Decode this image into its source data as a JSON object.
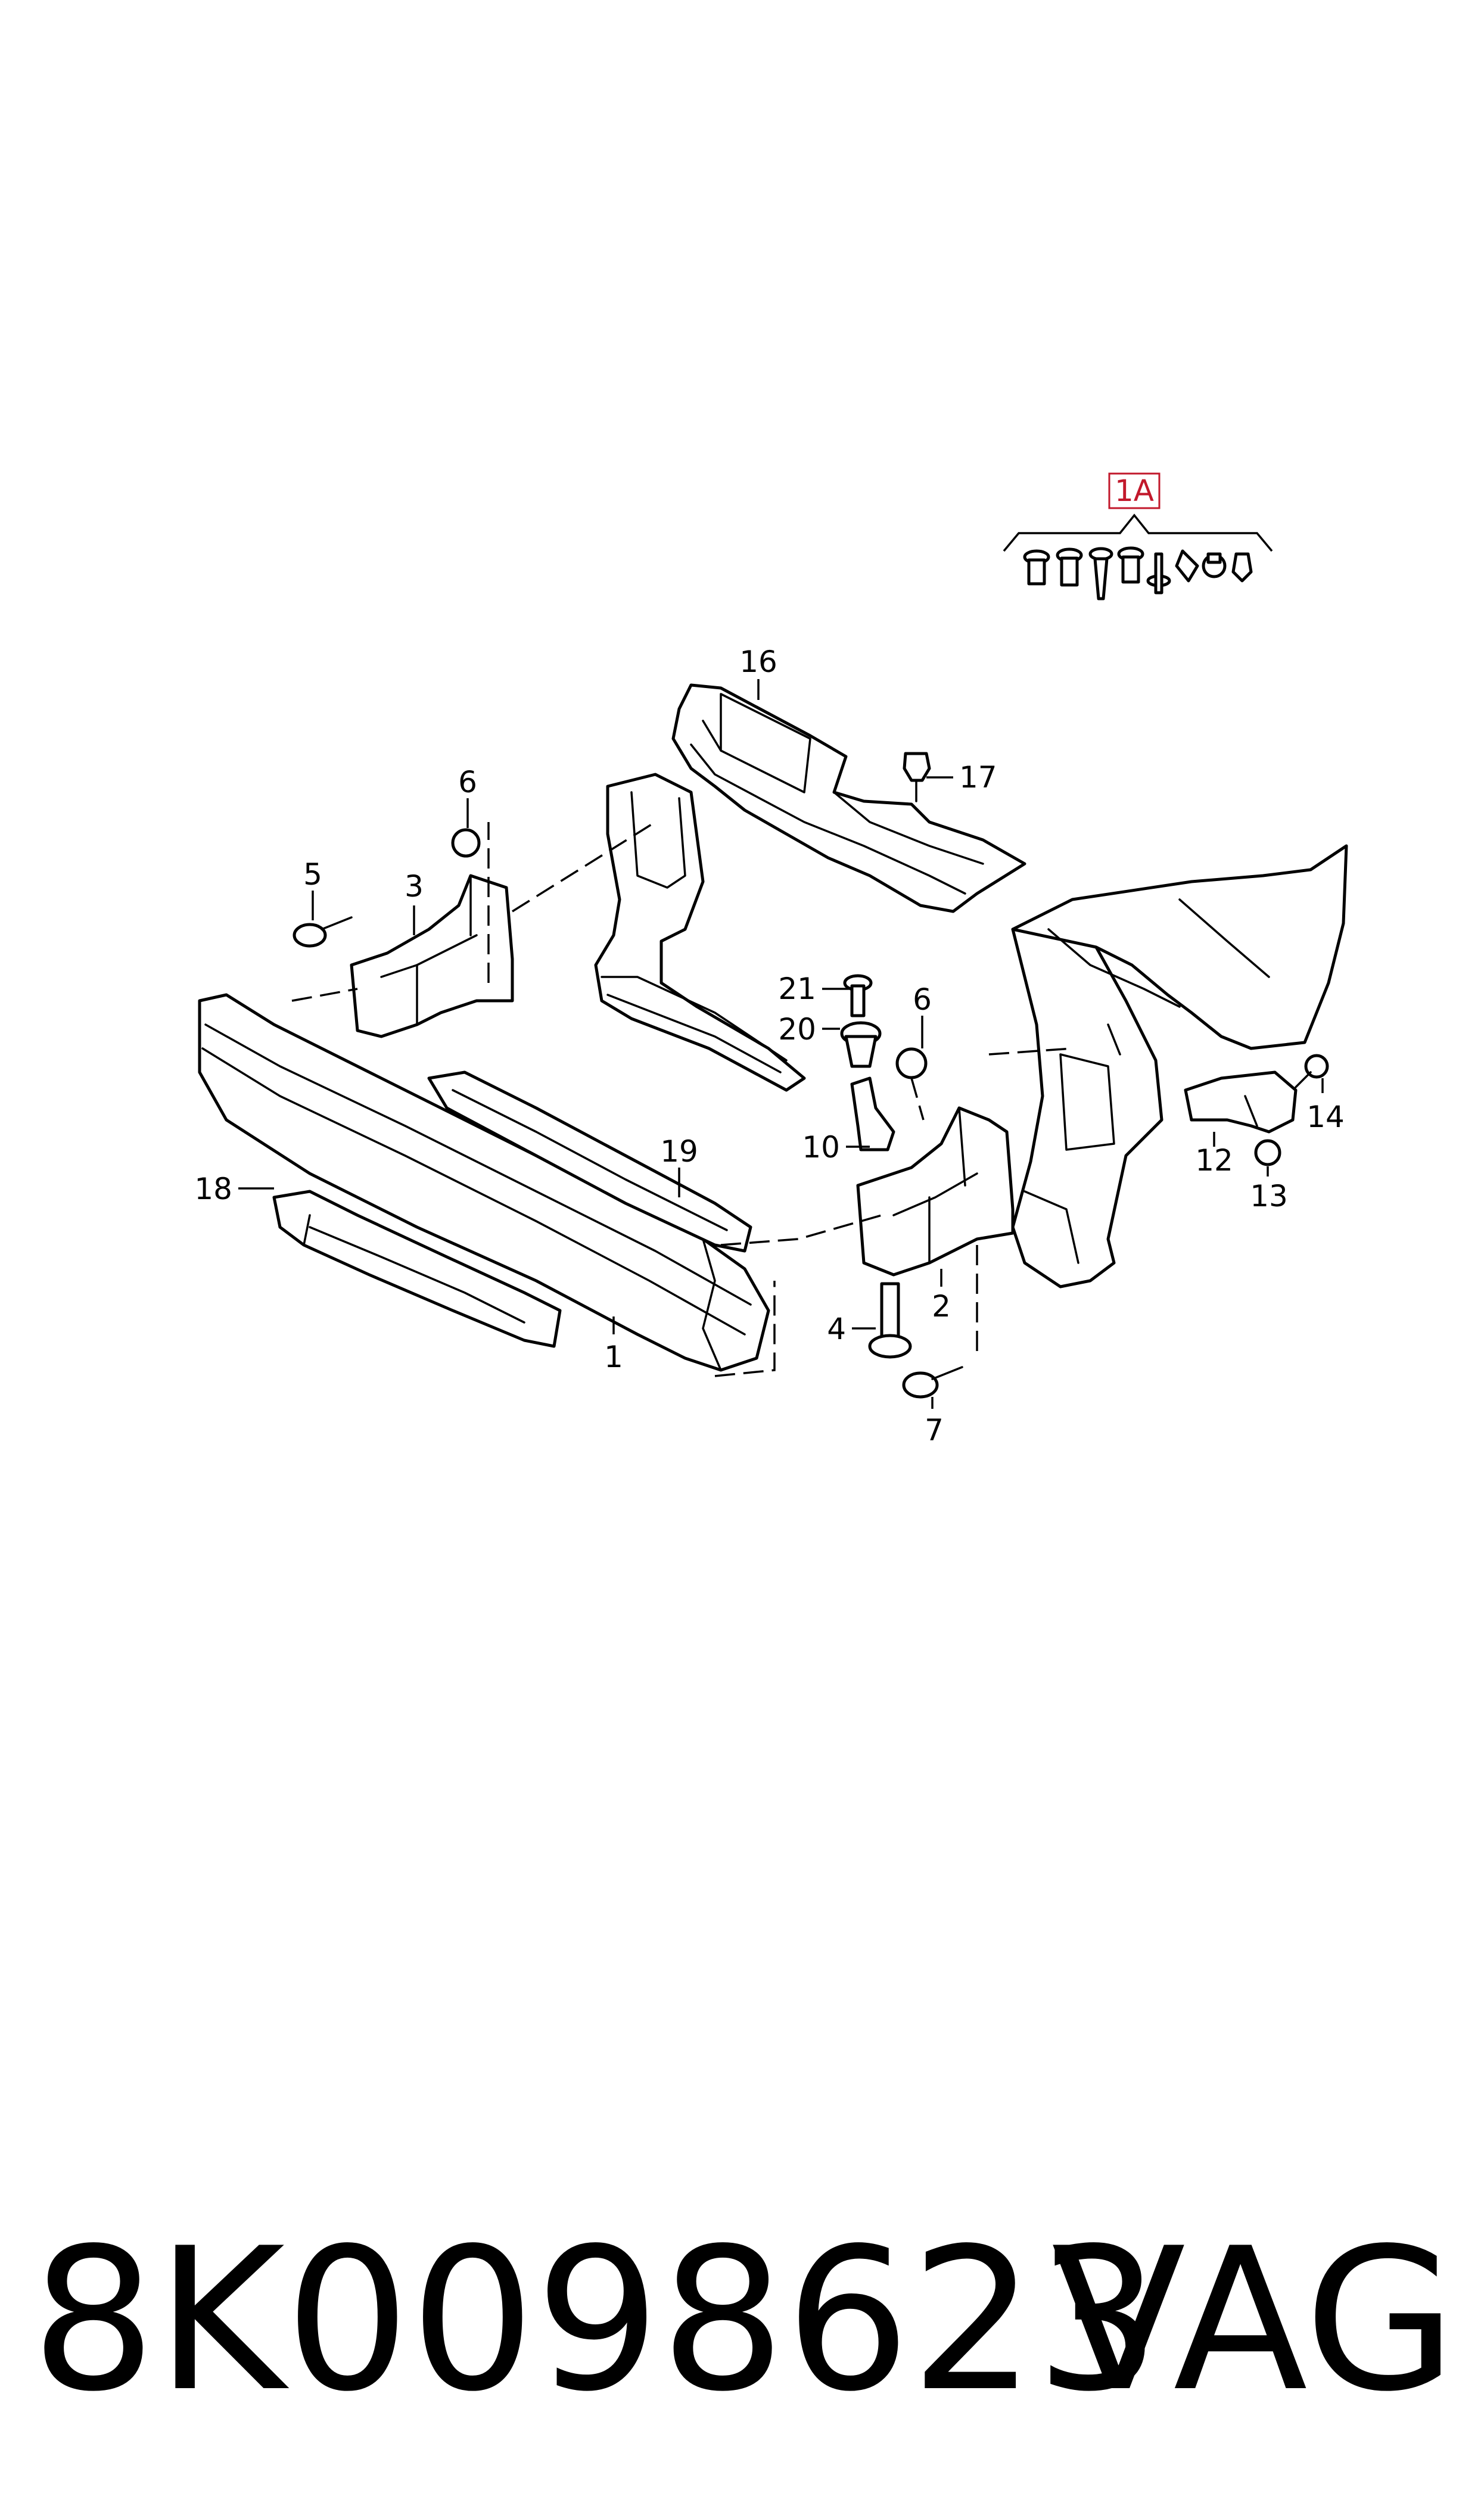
{
  "diagram": {
    "callouts": {
      "c1A": "1A",
      "c1": "1",
      "c2": "2",
      "c3": "3",
      "c4": "4",
      "c5": "5",
      "c6a": "6",
      "c6b": "6",
      "c7": "7",
      "c10": "10",
      "c12": "12",
      "c13": "13",
      "c14": "14",
      "c16": "16",
      "c17": "17",
      "c18": "18",
      "c19": "19",
      "c20": "20",
      "c21": "21"
    },
    "accent_color": "#c2182b"
  },
  "footer": {
    "part_number": "8K0098623",
    "brand": "VAG"
  }
}
